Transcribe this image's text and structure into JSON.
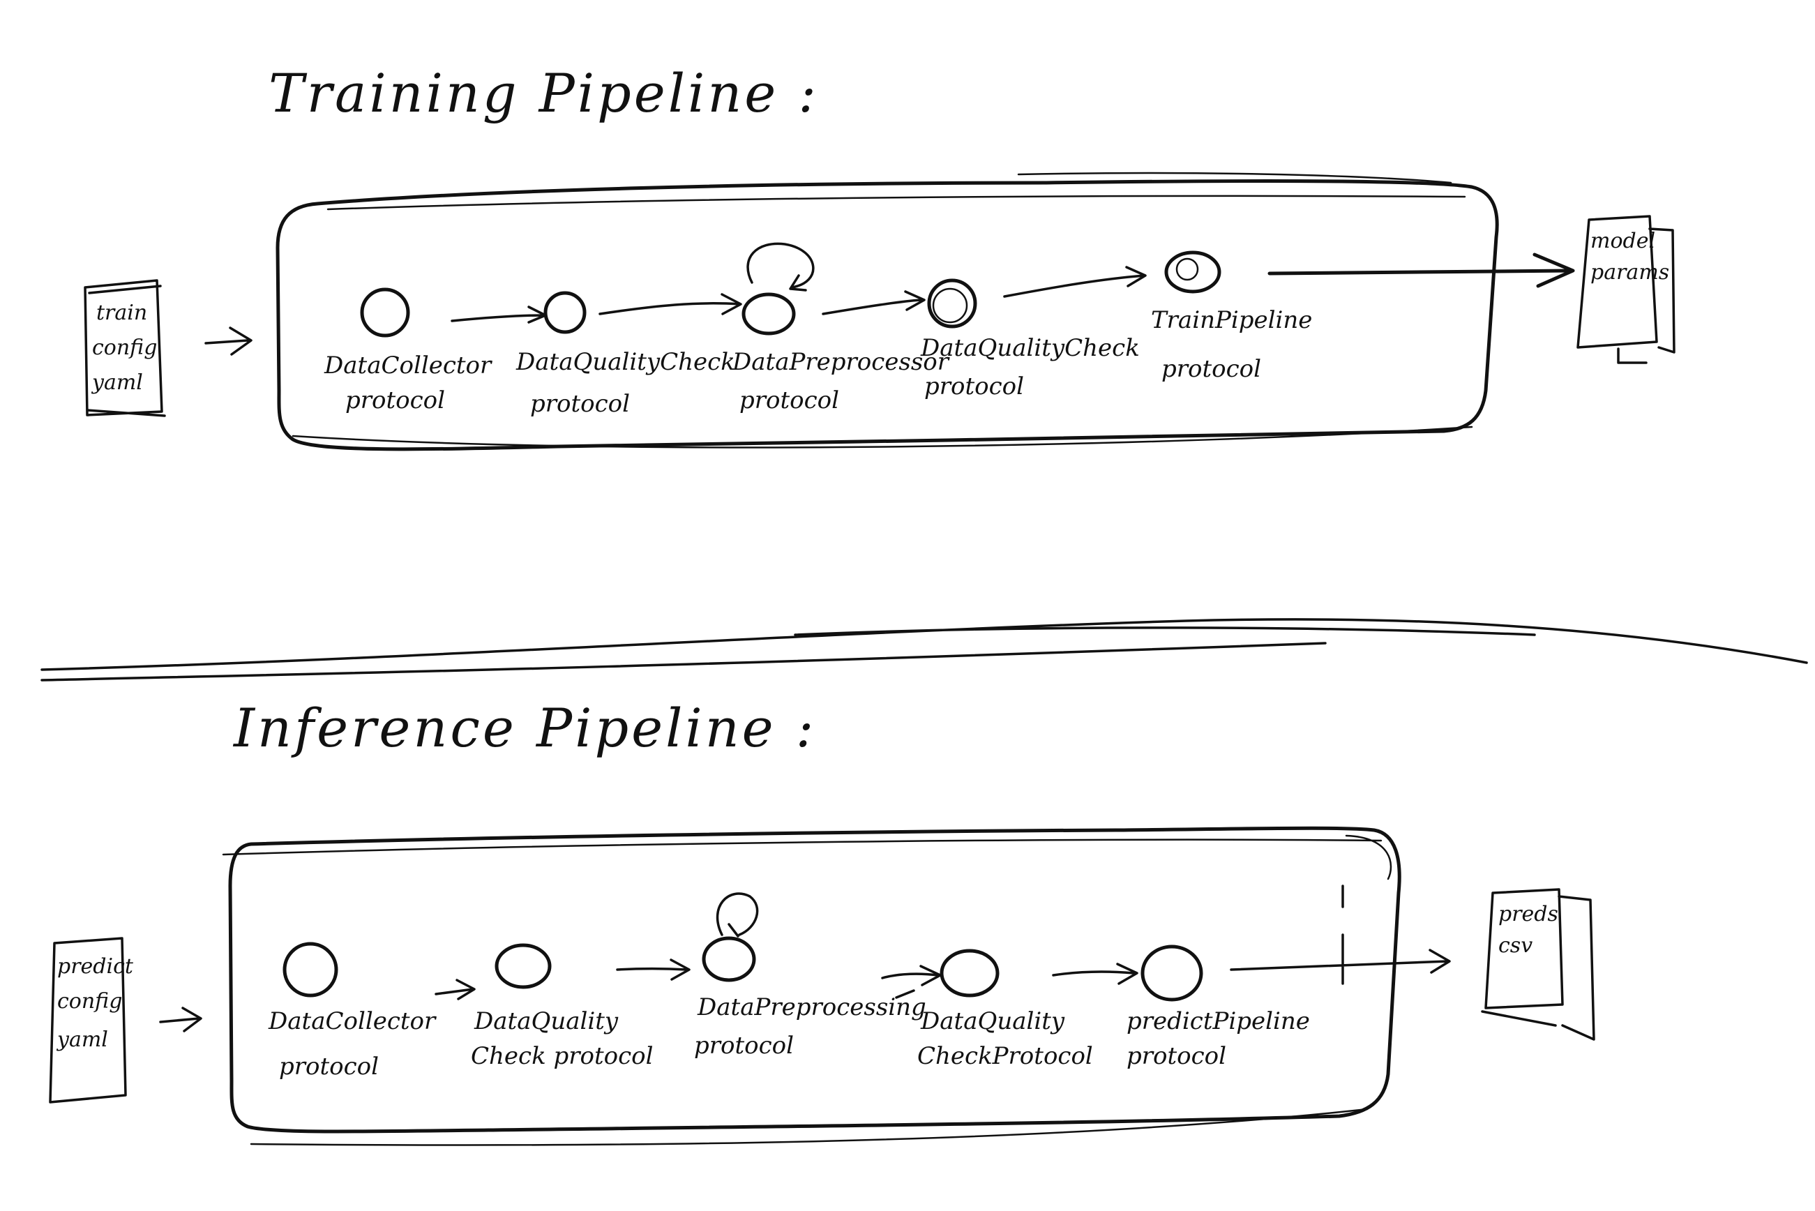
{
  "training": {
    "title": "Training Pipeline :",
    "input_lines": [
      "train",
      "config",
      "yaml"
    ],
    "output_lines": [
      "model",
      "params"
    ],
    "steps": [
      {
        "line1": "DataCollector",
        "line2": "protocol"
      },
      {
        "line1": "DataQualityCheck",
        "line2": "protocol"
      },
      {
        "line1": "DataPreprocessor",
        "line2": "protocol"
      },
      {
        "line1": "DataQualityCheck",
        "line2": "protocol"
      },
      {
        "line1": "TrainPipeline",
        "line2": "protocol"
      }
    ]
  },
  "inference": {
    "title": "Inference Pipeline :",
    "input_lines": [
      "predict",
      "config",
      "yaml"
    ],
    "output_lines": [
      "preds",
      "csv"
    ],
    "steps": [
      {
        "line1": "DataCollector",
        "line2": "protocol"
      },
      {
        "line1": "DataQuality",
        "line2": "Check protocol"
      },
      {
        "line1": "DataPreprocessing",
        "line2": "protocol"
      },
      {
        "line1": "DataQuality",
        "line2": "CheckProtocol"
      },
      {
        "line1": "predictPipeline",
        "line2": "protocol"
      }
    ]
  },
  "colors": {
    "ink": "#111111",
    "paper": "#ffffff"
  }
}
